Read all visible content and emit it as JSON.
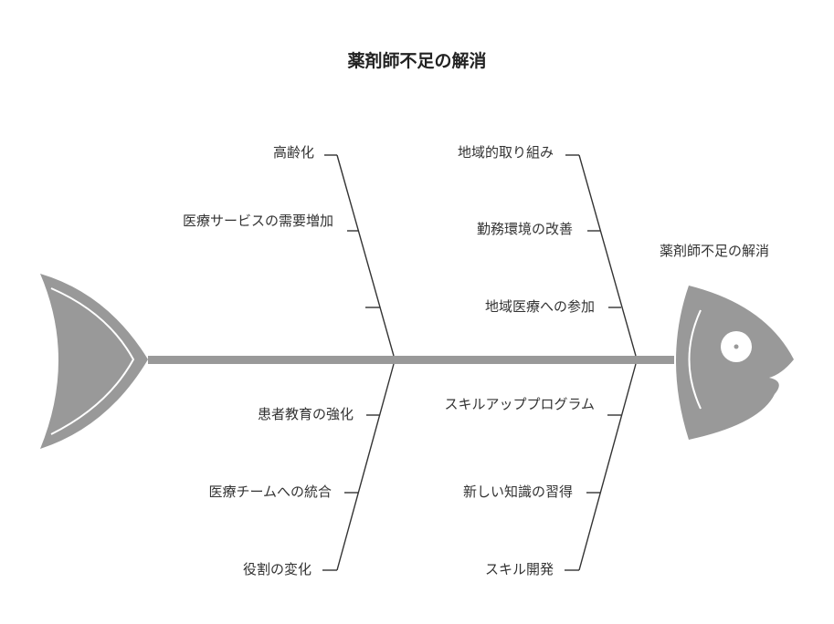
{
  "title": "薬剤師不足の解消",
  "head_label": "薬剤師不足の解消",
  "colors": {
    "fish": "#999999",
    "line": "#333333",
    "highlight": "#ffffff"
  },
  "branches": [
    {
      "id": "upper-left",
      "causes": [
        "高齢化",
        "医療サービスの需要増加",
        ""
      ]
    },
    {
      "id": "upper-right",
      "causes": [
        "地域的取り組み",
        "勤務環境の改善",
        "地域医療への参加"
      ]
    },
    {
      "id": "lower-left",
      "causes": [
        "患者教育の強化",
        "医療チームへの統合",
        "役割の変化"
      ]
    },
    {
      "id": "lower-right",
      "causes": [
        "スキルアッププログラム",
        "新しい知識の習得",
        "スキル開発"
      ]
    }
  ]
}
